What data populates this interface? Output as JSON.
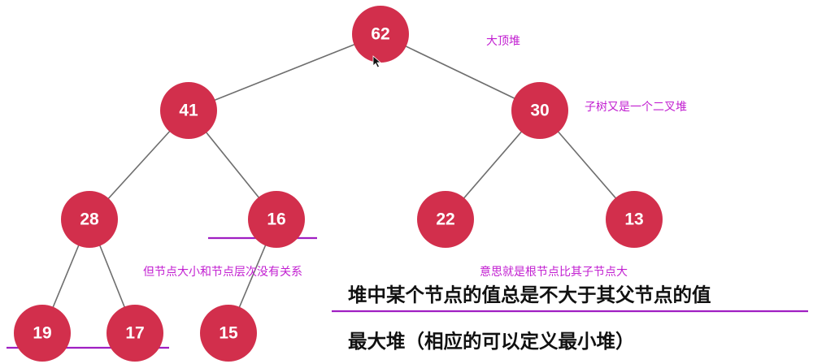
{
  "colors": {
    "node_fill": "#d22f4c",
    "node_text": "#ffffff",
    "edge": "#6e6e6e",
    "annotation": "#c21fd1",
    "underline": "#a01fc2",
    "statement": "#111111"
  },
  "tree": {
    "nodes": [
      {
        "id": "n62",
        "value": "62"
      },
      {
        "id": "n41",
        "value": "41"
      },
      {
        "id": "n30",
        "value": "30"
      },
      {
        "id": "n28",
        "value": "28"
      },
      {
        "id": "n16",
        "value": "16"
      },
      {
        "id": "n22",
        "value": "22"
      },
      {
        "id": "n13",
        "value": "13"
      },
      {
        "id": "n19",
        "value": "19"
      },
      {
        "id": "n17",
        "value": "17"
      },
      {
        "id": "n15",
        "value": "15"
      }
    ],
    "edges": [
      [
        "n62",
        "n41"
      ],
      [
        "n62",
        "n30"
      ],
      [
        "n41",
        "n28"
      ],
      [
        "n41",
        "n16"
      ],
      [
        "n30",
        "n22"
      ],
      [
        "n30",
        "n13"
      ],
      [
        "n28",
        "n19"
      ],
      [
        "n28",
        "n17"
      ],
      [
        "n16",
        "n15"
      ]
    ]
  },
  "annotations": {
    "max_heap": "大顶堆",
    "subtree": "子树又是一个二叉堆",
    "no_order": "但节点大小和节点层次没有关系",
    "root_bigger": "意思就是根节点比其子节点大"
  },
  "statements": {
    "line1": "堆中某个节点的值总是不大于其父节点的值",
    "line2": "最大堆（相应的可以定义最小堆）"
  }
}
